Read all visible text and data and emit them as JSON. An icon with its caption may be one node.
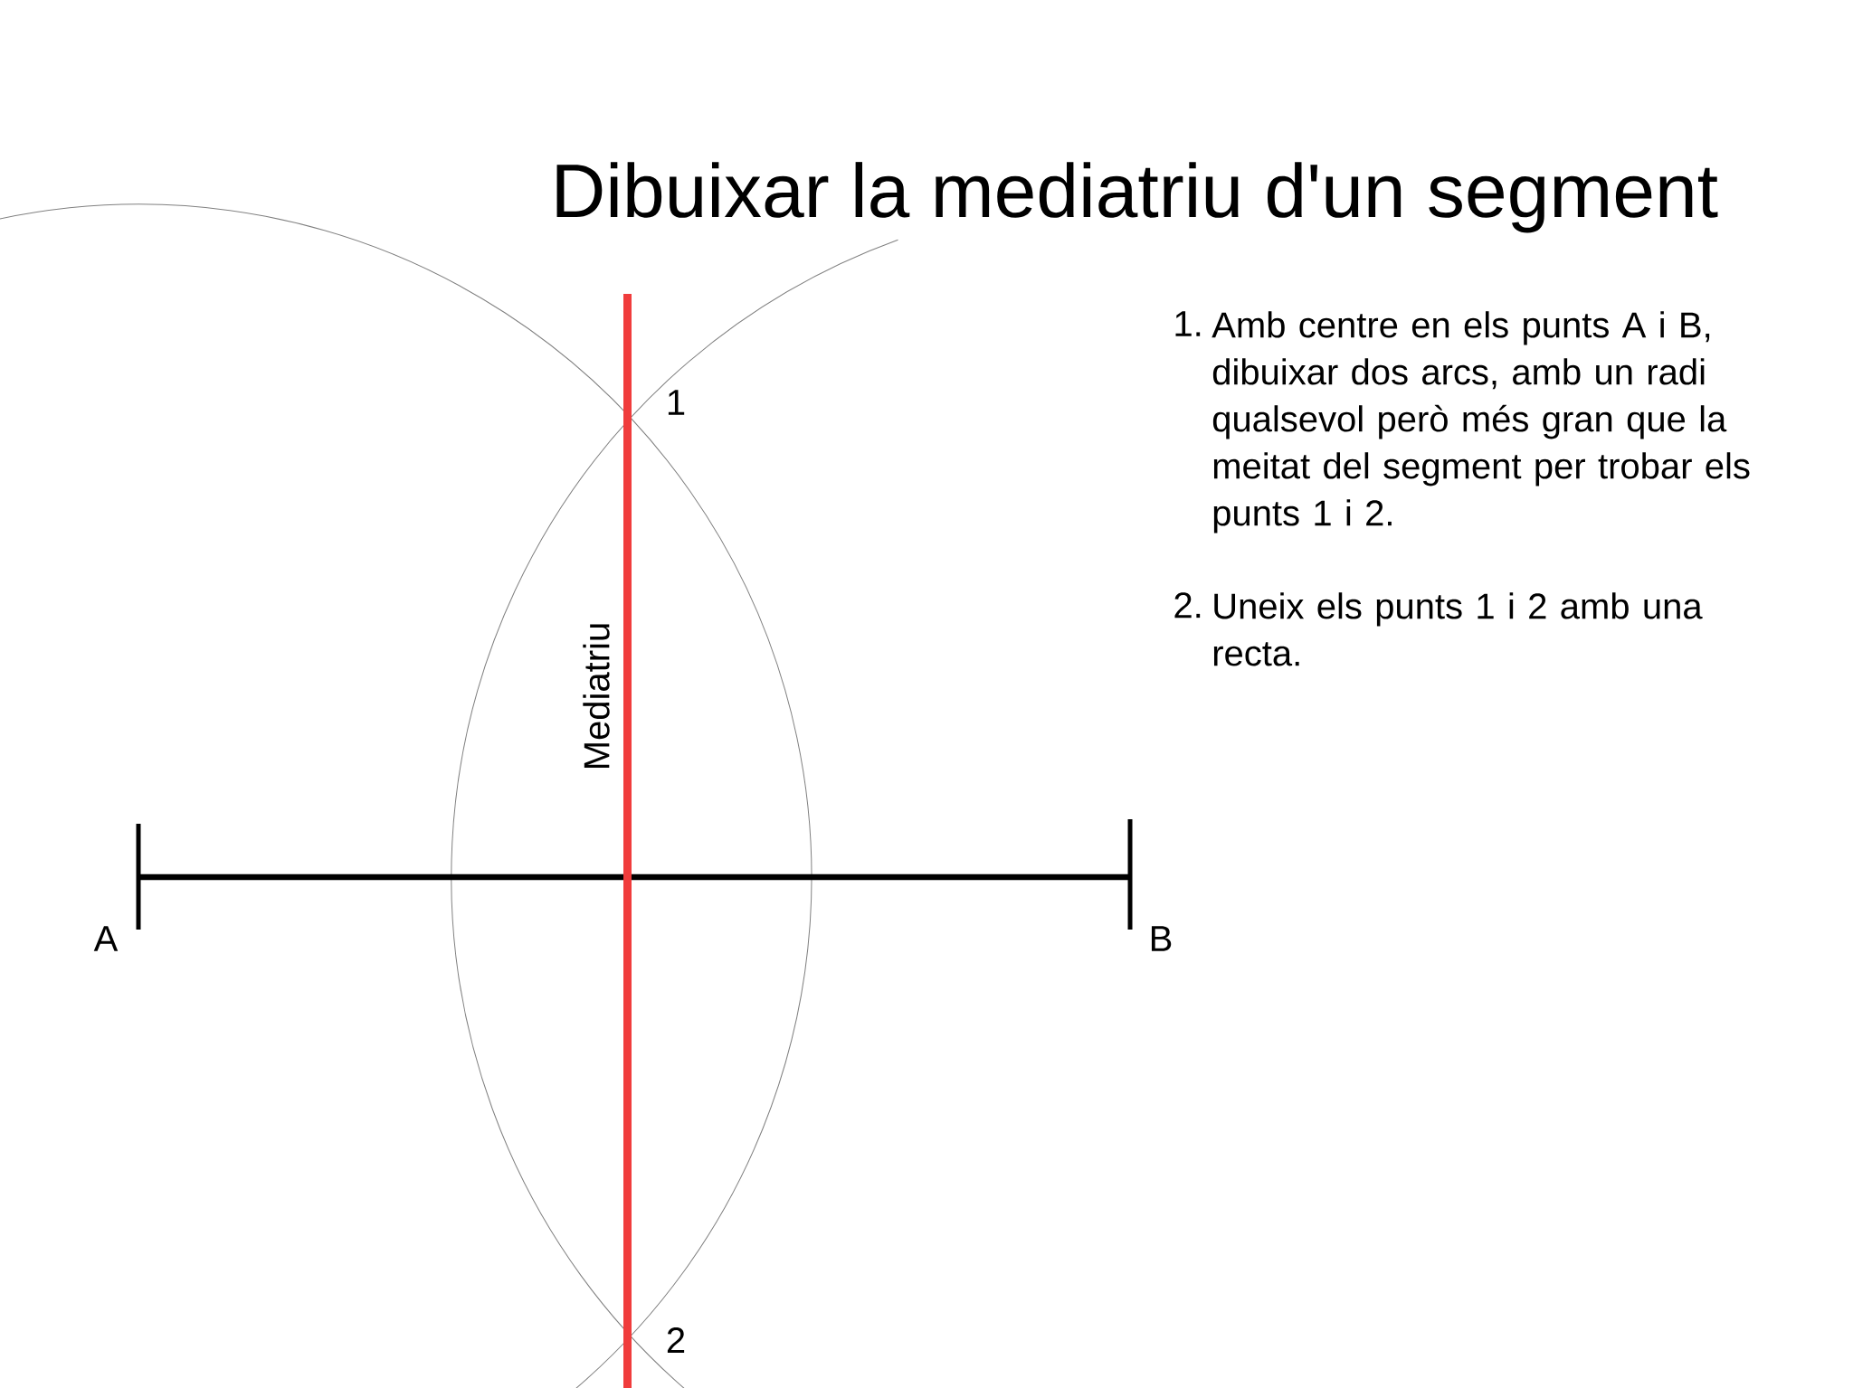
{
  "diagram": {
    "title": "Dibuixar la mediatriu d'un segment",
    "labels": [
      "1",
      "Mediatriu",
      "A",
      "B",
      "2",
      "1.",
      "Amb centre en els punts A i B, dibuixar dos arcs, amb un radi qualsevol però més gran que la meitat del segment per trobar els punts 1 i 2.",
      "2.",
      "Uneix els punts 1 i 2 amb una recta."
    ]
  }
}
